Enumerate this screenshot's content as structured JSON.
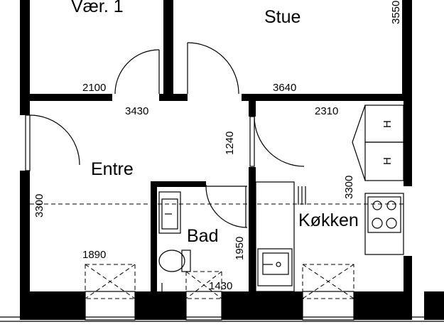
{
  "rooms": {
    "vaer1": "Vær. 1",
    "stue": "Stue",
    "entre": "Entre",
    "bad": "Bad",
    "kokken": "Køkken"
  },
  "dimensions": {
    "d2100": "2100",
    "d3640": "3640",
    "d3430": "3430",
    "d2310": "2310",
    "d1240": "1240",
    "d3300_left": "3300",
    "d3300_right": "3300",
    "d1950": "1950",
    "d1890": "1890",
    "d1430": "1430",
    "d3550": "3550"
  },
  "appliances": {
    "cabinet_label_1": "H",
    "cabinet_label_2": "H"
  }
}
